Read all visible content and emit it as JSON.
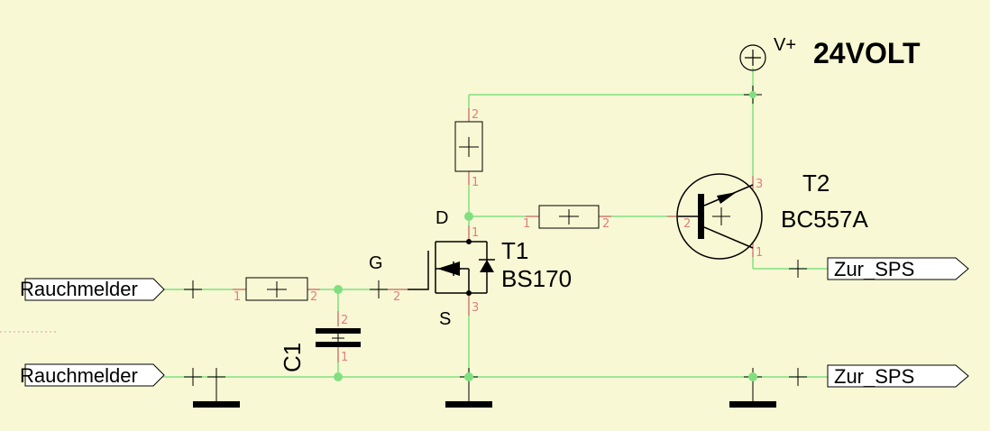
{
  "supply": {
    "symbol": "V+",
    "label": "24VOLT"
  },
  "ports": {
    "in_top": "Rauchmelder",
    "in_bottom": "Rauchmelder",
    "out_top": "Zur_SPS",
    "out_bottom": "Zur_SPS"
  },
  "t1": {
    "name": "T1",
    "type": "BS170",
    "gate": "G",
    "drain": "D",
    "source": "S"
  },
  "t2": {
    "name": "T2",
    "type": "BC557A"
  },
  "c1": {
    "name": "C1"
  },
  "pins": {
    "r_drain_top": "2",
    "r_drain_bottom": "1",
    "r_base_left": "1",
    "r_base_right": "2",
    "r_in_left": "1",
    "r_in_right": "2",
    "gate_pin": "2",
    "drain_pin": "1",
    "source_pin": "3",
    "c1_top": "2",
    "c1_bottom": "1",
    "t2_base": "2",
    "t2_emitter": "3",
    "t2_collector": "1"
  },
  "colors": {
    "background": "#f8f8d4",
    "wire": "#80e080",
    "pin": "#e08080",
    "junction": "#80e080",
    "ink": "#000000"
  }
}
